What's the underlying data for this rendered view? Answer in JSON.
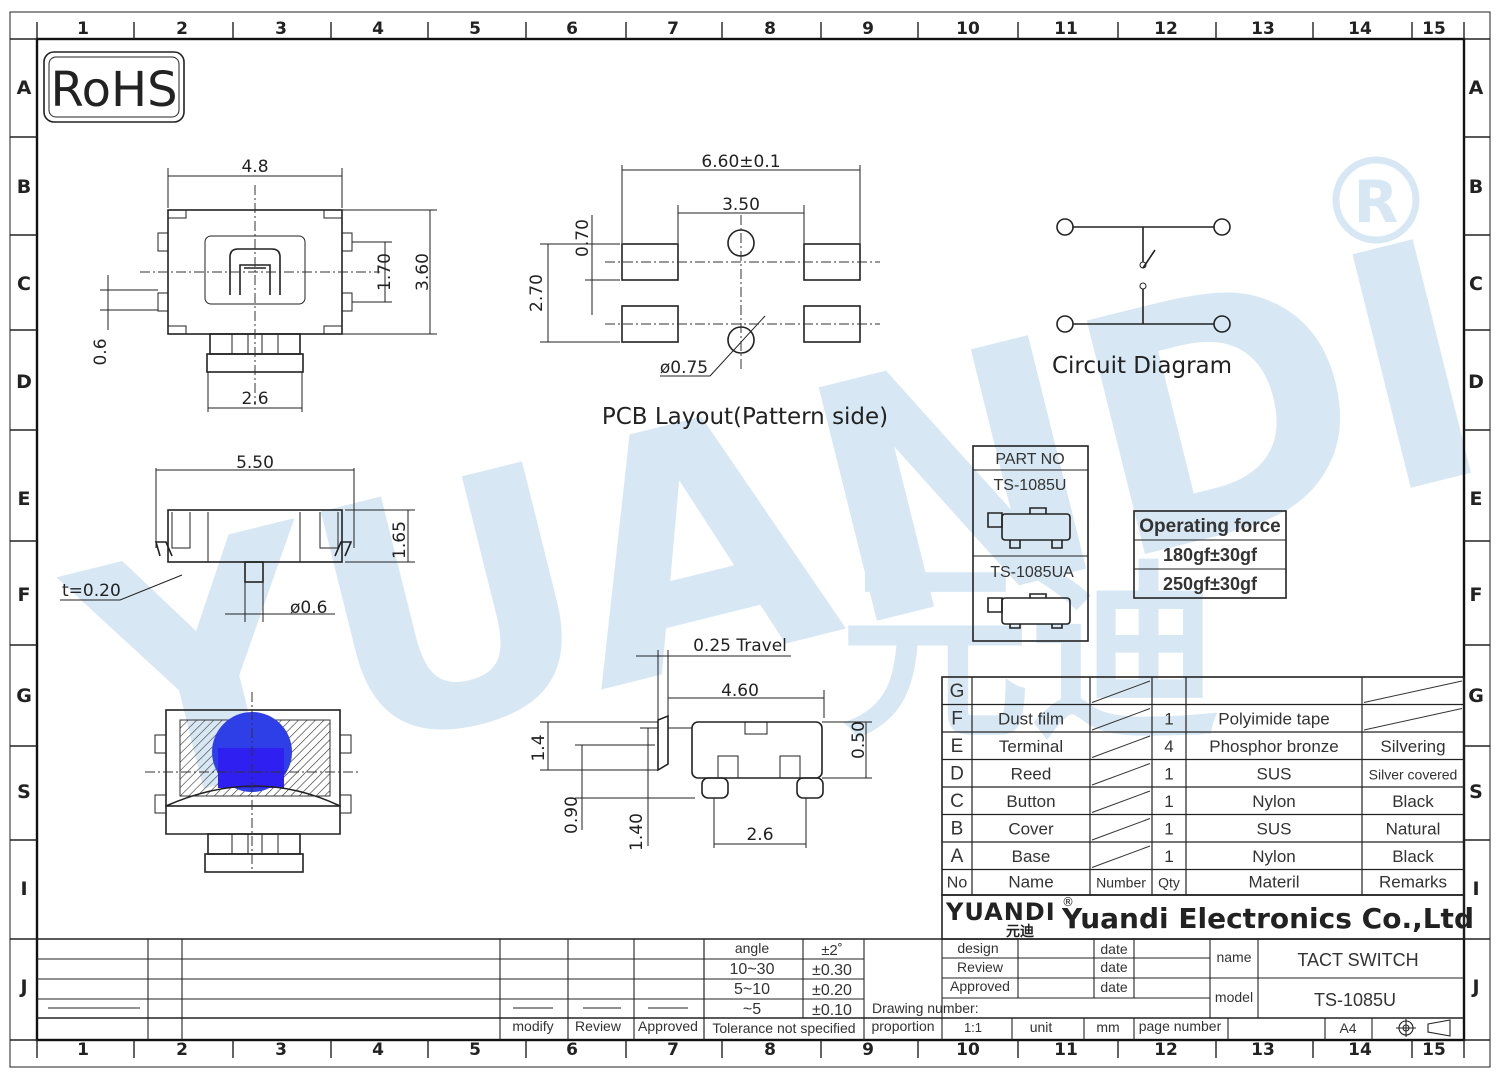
{
  "frame": {
    "cols": [
      "1",
      "2",
      "3",
      "4",
      "5",
      "6",
      "7",
      "8",
      "9",
      "10",
      "11",
      "12",
      "13",
      "14",
      "15"
    ],
    "rows": [
      "A",
      "B",
      "C",
      "D",
      "E",
      "F",
      "G",
      "S",
      "I",
      "J"
    ]
  },
  "rohs": "RoHS",
  "watermark": {
    "text": "YUANDI",
    "cn": "元迪",
    "mark": "®",
    "color": "#cfe3f1"
  },
  "top_view": {
    "w": "4.8",
    "h1": "1.70",
    "h2": "3.60",
    "pin": "0.6",
    "base": "2.6"
  },
  "pcb": {
    "overall": "6.60±0.1",
    "pitch": "3.50",
    "pad": "0.70",
    "rows": "2.70",
    "hole": "ø0.75",
    "caption": "PCB  Layout(Pattern  side)"
  },
  "circuit": {
    "caption": "Circuit  Diagram"
  },
  "side_view": {
    "w": "5.50",
    "h": "1.65",
    "t": "t=0.20",
    "dia": "ø0.6"
  },
  "side2": {
    "travel": "0.25  Travel",
    "w": "4.60",
    "h14": "1.4",
    "h050": "0.50",
    "h090": "0.90",
    "h140": "1.40",
    "base": "2.6"
  },
  "part_no": {
    "header": "PART NO",
    "p1": "TS-1085U",
    "p2": "TS-1085UA"
  },
  "force": {
    "header": "Operating force",
    "v1": "180gf±30gf",
    "v2": "250gf±30gf"
  },
  "bom": {
    "rows": [
      {
        "letter": "G",
        "name": "",
        "qty": "",
        "material": "",
        "remarks": ""
      },
      {
        "letter": "F",
        "name": "Dust film",
        "qty": "1",
        "material": "Polyimide tape",
        "remarks": ""
      },
      {
        "letter": "E",
        "name": "Terminal",
        "qty": "4",
        "material": "Phosphor bronze",
        "remarks": "Silvering"
      },
      {
        "letter": "D",
        "name": "Reed",
        "qty": "1",
        "material": "SUS",
        "remarks": "Silver covered"
      },
      {
        "letter": "C",
        "name": "Button",
        "qty": "1",
        "material": "Nylon",
        "remarks": "Black"
      },
      {
        "letter": "B",
        "name": "Cover",
        "qty": "1",
        "material": "SUS",
        "remarks": "Natural"
      },
      {
        "letter": "A",
        "name": "Base",
        "qty": "1",
        "material": "Nylon",
        "remarks": "Black"
      }
    ],
    "header": {
      "no": "No",
      "name": "Name",
      "number": "Number",
      "qty": "Qty",
      "material": "Materil",
      "remarks": "Remarks"
    }
  },
  "company": {
    "logo": "YUANDI",
    "logo_cn": "元迪",
    "reg": "®",
    "name": "Yuandi Electronics Co.,Ltd"
  },
  "title_block": {
    "angle": "angle",
    "angle_tol": "±2˚",
    "r1": "10~30",
    "r1_tol": "±0.30",
    "r2": "5~10",
    "r2_tol": "±0.20",
    "r3": "~5",
    "r3_tol": "±0.10",
    "tol_label": "Tolerance not specified",
    "modify": "modify",
    "review": "Review",
    "approved": "Approved",
    "design": "design",
    "review2": "Review",
    "approved2": "Approved",
    "date": "date",
    "drawing_number": "Drawing number:",
    "proportion": "proportion",
    "scale": "1:1",
    "unit": "unit",
    "mm": "mm",
    "page_number": "page number",
    "paper": "A4",
    "name_label": "name",
    "name_val": "TACT SWITCH",
    "model_label": "model",
    "model_val": "TS-1085U"
  }
}
